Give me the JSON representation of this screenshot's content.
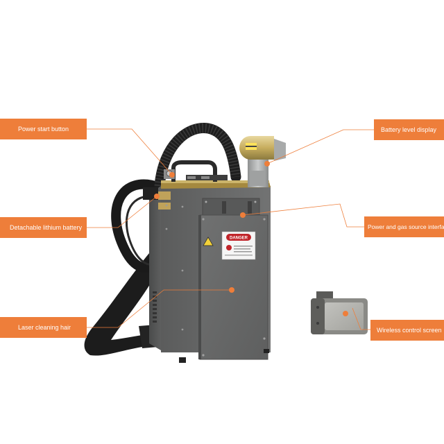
{
  "accent_color": "#ee7e3a",
  "labels": {
    "power_start_button": "Power start button",
    "detachable_battery": "Detachable lithium battery",
    "laser_cleaning_hair": "Laser cleaning hair",
    "battery_level_display": "Battery level display",
    "power_gas_interface": "Power and gas source interface",
    "wireless_control_screen": "Wireless control screen"
  },
  "device": {
    "danger_sign": "DANGER"
  }
}
